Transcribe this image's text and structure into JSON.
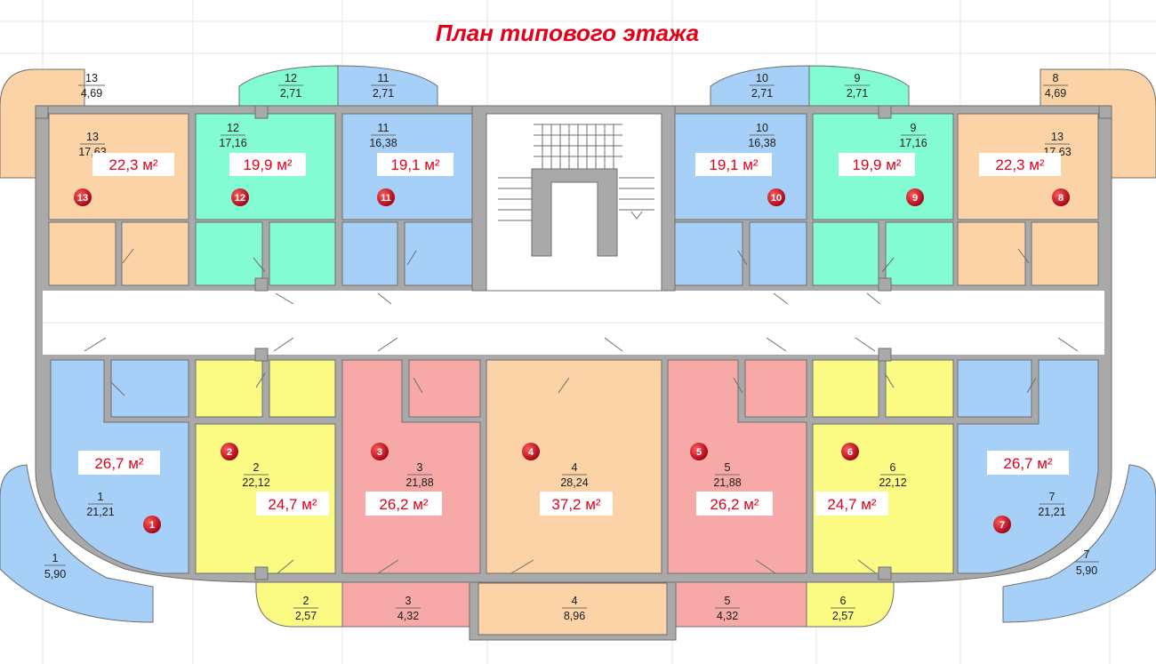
{
  "title": "План типового этажа",
  "colors": {
    "blue": "#a6d0f7",
    "green": "#83fcd3",
    "peach": "#fbd3a6",
    "yellow": "#fbfb84",
    "pink": "#f6a9a6",
    "marker": "#c6001a",
    "area_text": "#e3001b"
  },
  "apartments": [
    {
      "id": "1",
      "number": "1",
      "area_label": "26,7 м²",
      "room_label": "1",
      "room_area": "21,21",
      "color": "blue"
    },
    {
      "id": "2",
      "number": "2",
      "area_label": "24,7 м²",
      "room_label": "2",
      "room_area": "22,12",
      "color": "yellow"
    },
    {
      "id": "3",
      "number": "3",
      "area_label": "26,2 м²",
      "room_label": "3",
      "room_area": "21,88",
      "color": "pink"
    },
    {
      "id": "4",
      "number": "4",
      "area_label": "37,2 м²",
      "room_label": "4",
      "room_area": "28,24",
      "color": "peach"
    },
    {
      "id": "5",
      "number": "5",
      "area_label": "26,2 м²",
      "room_label": "5",
      "room_area": "21,88",
      "color": "pink"
    },
    {
      "id": "6",
      "number": "6",
      "area_label": "24,7 м²",
      "room_label": "6",
      "room_area": "22,12",
      "color": "yellow"
    },
    {
      "id": "7",
      "number": "7",
      "area_label": "26,7 м²",
      "room_label": "7",
      "room_area": "21,21",
      "color": "blue"
    },
    {
      "id": "8",
      "number": "8",
      "area_label": "22,3 м²",
      "room_label": "13",
      "room_area": "17,63",
      "color": "peach"
    },
    {
      "id": "9",
      "number": "9",
      "area_label": "19,9 м²",
      "room_label": "9",
      "room_area": "17,16",
      "color": "green"
    },
    {
      "id": "10",
      "number": "10",
      "area_label": "19,1 м²",
      "room_label": "10",
      "room_area": "16,38",
      "color": "blue"
    },
    {
      "id": "11",
      "number": "11",
      "area_label": "19,1 м²",
      "room_label": "11",
      "room_area": "16,38",
      "color": "blue"
    },
    {
      "id": "12",
      "number": "12",
      "area_label": "19,9 м²",
      "room_label": "12",
      "room_area": "17,16",
      "color": "green"
    },
    {
      "id": "13",
      "number": "13",
      "area_label": "22,3 м²",
      "room_label": "13",
      "room_area": "17,63",
      "color": "peach"
    }
  ],
  "balconies": [
    {
      "id": "b13",
      "label": "13",
      "area": "4,69"
    },
    {
      "id": "b12",
      "label": "12",
      "area": "2,71"
    },
    {
      "id": "b11",
      "label": "11",
      "area": "2,71"
    },
    {
      "id": "b10",
      "label": "10",
      "area": "2,71"
    },
    {
      "id": "b9",
      "label": "9",
      "area": "2,71"
    },
    {
      "id": "b8",
      "label": "8",
      "area": "4,69"
    },
    {
      "id": "b1",
      "label": "1",
      "area": "5,90"
    },
    {
      "id": "b2",
      "label": "2",
      "area": "2,57"
    },
    {
      "id": "b3",
      "label": "3",
      "area": "4,32"
    },
    {
      "id": "b4",
      "label": "4",
      "area": "8,96"
    },
    {
      "id": "b5",
      "label": "5",
      "area": "4,32"
    },
    {
      "id": "b6",
      "label": "6",
      "area": "2,57"
    },
    {
      "id": "b7",
      "label": "7",
      "area": "5,90"
    }
  ]
}
